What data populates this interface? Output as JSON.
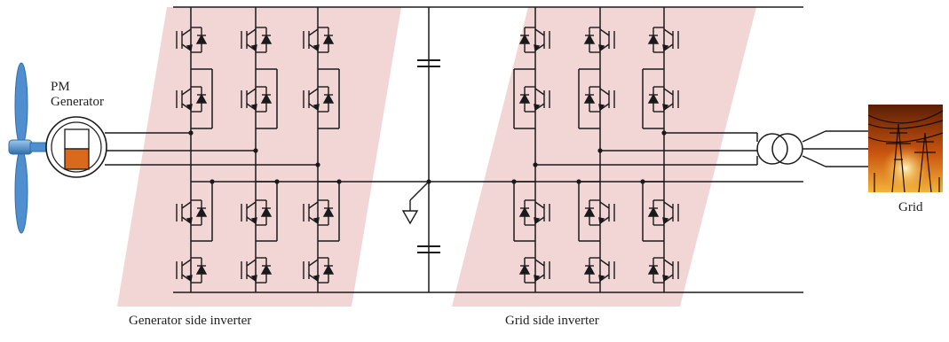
{
  "labels": {
    "pm_generator_line1": "PM",
    "pm_generator_line2": "Generator",
    "generator_side_inverter": "Generator side inverter",
    "grid_side_inverter": "Grid side inverter",
    "grid": "Grid"
  },
  "colors": {
    "inverter_background": "#f2d6d6",
    "wire": "#1a1a1a",
    "turbine_blade": "#4f8fcf",
    "generator_fill": "#d96a1d",
    "grid_sky_top": "#6b2508",
    "grid_sky_bottom": "#f0a020"
  },
  "icons": {
    "wind_turbine": "wind-turbine-icon",
    "generator": "pm-generator-icon",
    "transformer": "transformer-icon",
    "ground": "ground-icon",
    "grid": "power-grid-icon"
  }
}
